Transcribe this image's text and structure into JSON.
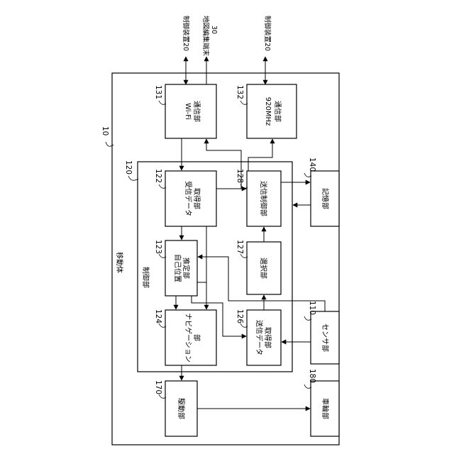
{
  "external": {
    "control_device_1": "制御装置20",
    "map_terminal_line1": "地図編集端末",
    "map_terminal_line2": "30",
    "control_device_2": "制御装置20"
  },
  "mobile_body": {
    "ref": "10",
    "label": "移動体"
  },
  "control_unit": {
    "ref": "120",
    "label": "制御部"
  },
  "blocks": {
    "wifi": {
      "ref": "131",
      "line1": "Wi-Fi",
      "line2": "通信部"
    },
    "radio920": {
      "ref": "132",
      "line1": "920MHz",
      "line2": "通信部"
    },
    "storage": {
      "ref": "140",
      "line1": "記憶部"
    },
    "recv_data": {
      "ref": "122",
      "line1": "受信データ",
      "line2": "取得部"
    },
    "tx_control": {
      "ref": "128",
      "line1": "送信制御部"
    },
    "self_position": {
      "ref": "123",
      "line1": "自己位置",
      "line2": "推定部"
    },
    "selection": {
      "ref": "127",
      "line1": "選択部"
    },
    "navigation": {
      "ref": "124",
      "line1": "ナビゲーション",
      "line2": "部"
    },
    "tx_data": {
      "ref": "126",
      "line1": "送信データ",
      "line2": "取得部"
    },
    "sensor": {
      "ref": "110",
      "line1": "センサ部"
    },
    "drive": {
      "ref": "170",
      "line1": "駆動部"
    },
    "wheels": {
      "ref": "180",
      "line1": "車輪部"
    }
  }
}
